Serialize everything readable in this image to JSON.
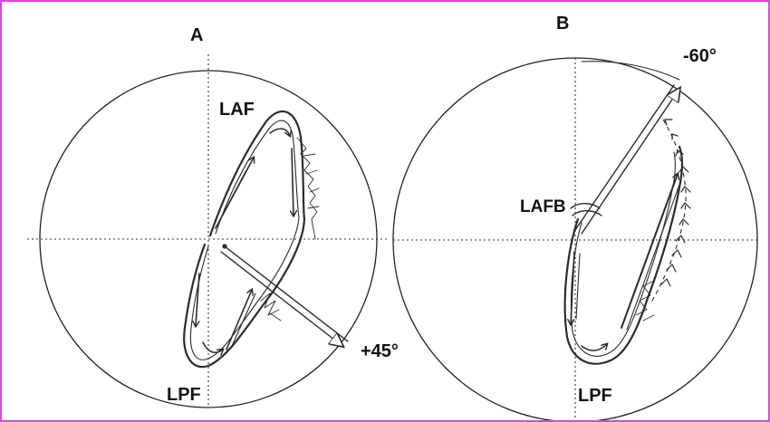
{
  "panel_a": {
    "title": "A",
    "label_top": "LAF",
    "label_bottom": "LPF",
    "axis_label": "+45°"
  },
  "panel_b": {
    "title": "B",
    "label_block": "LAFB",
    "label_bottom": "LPF",
    "axis_label": "-60°"
  },
  "colors": {
    "border": "#d64ad6",
    "ink": "#2b2b2b"
  }
}
